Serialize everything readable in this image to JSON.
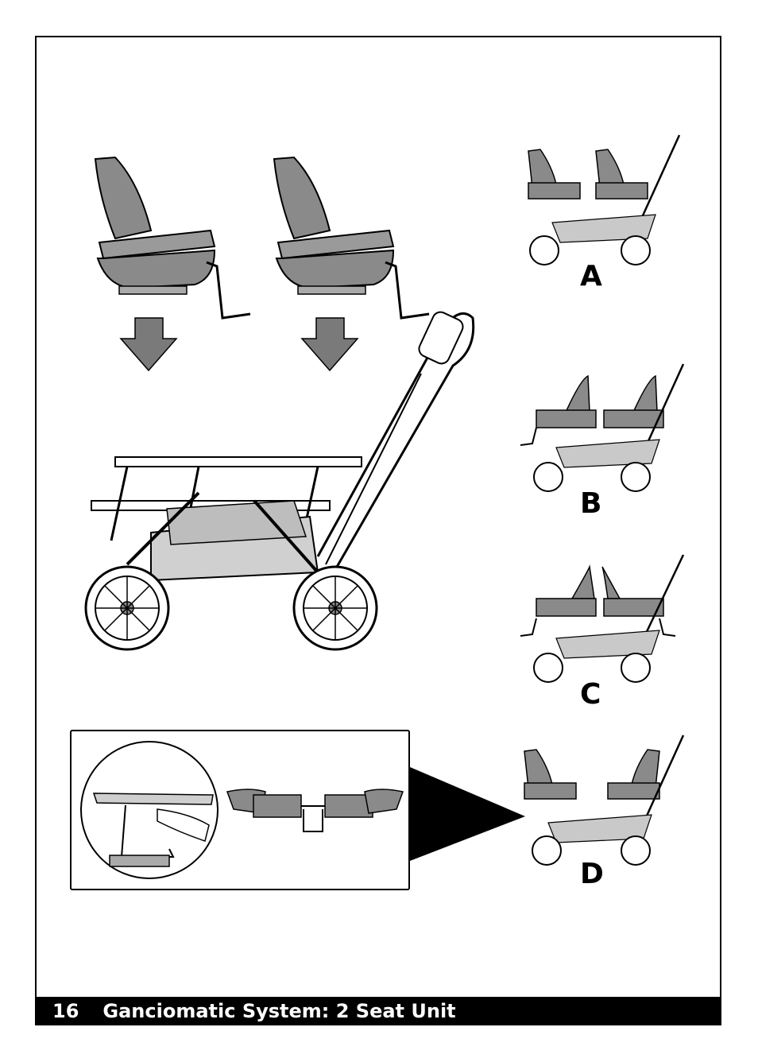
{
  "page": {
    "number": "16",
    "title": "Ganciomatic System: 2 Seat Unit"
  },
  "configurations": [
    {
      "label": "A"
    },
    {
      "label": "B"
    },
    {
      "label": "C"
    },
    {
      "label": "D"
    }
  ],
  "colors": {
    "seat_fill": "#8a8a8a",
    "arrow_fill": "#7a7a7a",
    "frame_line": "#000000",
    "footer_bg": "#000000",
    "footer_text": "#ffffff"
  },
  "icons": [
    "down-arrow-icon",
    "pointer-triangle-icon"
  ]
}
